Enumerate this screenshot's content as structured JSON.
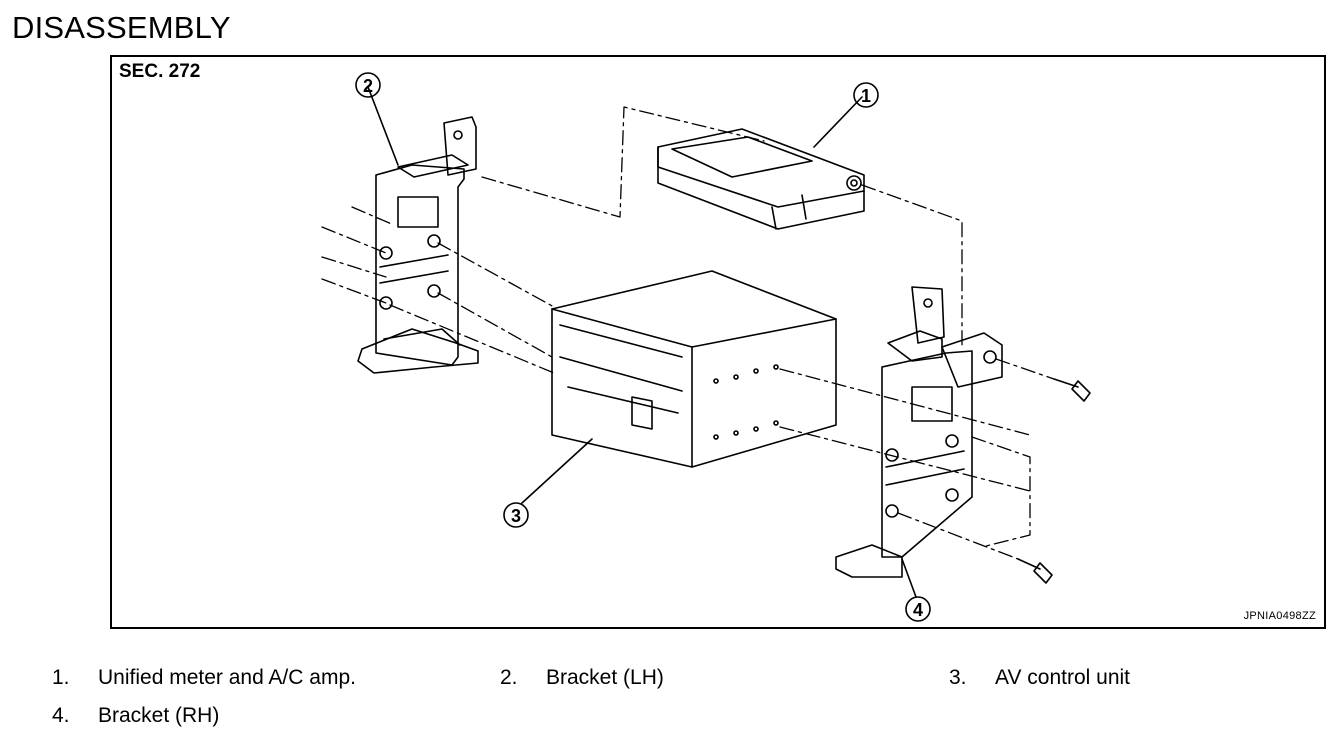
{
  "title": "DISASSEMBLY",
  "figure": {
    "section": "SEC. 272",
    "code": "JPNIA0498ZZ",
    "callouts": [
      "1",
      "2",
      "3",
      "4"
    ]
  },
  "legend": [
    {
      "num": "1.",
      "label": "Unified meter and A/C amp."
    },
    {
      "num": "2.",
      "label": "Bracket (LH)"
    },
    {
      "num": "3.",
      "label": "AV control unit"
    },
    {
      "num": "4.",
      "label": "Bracket (RH)"
    }
  ]
}
